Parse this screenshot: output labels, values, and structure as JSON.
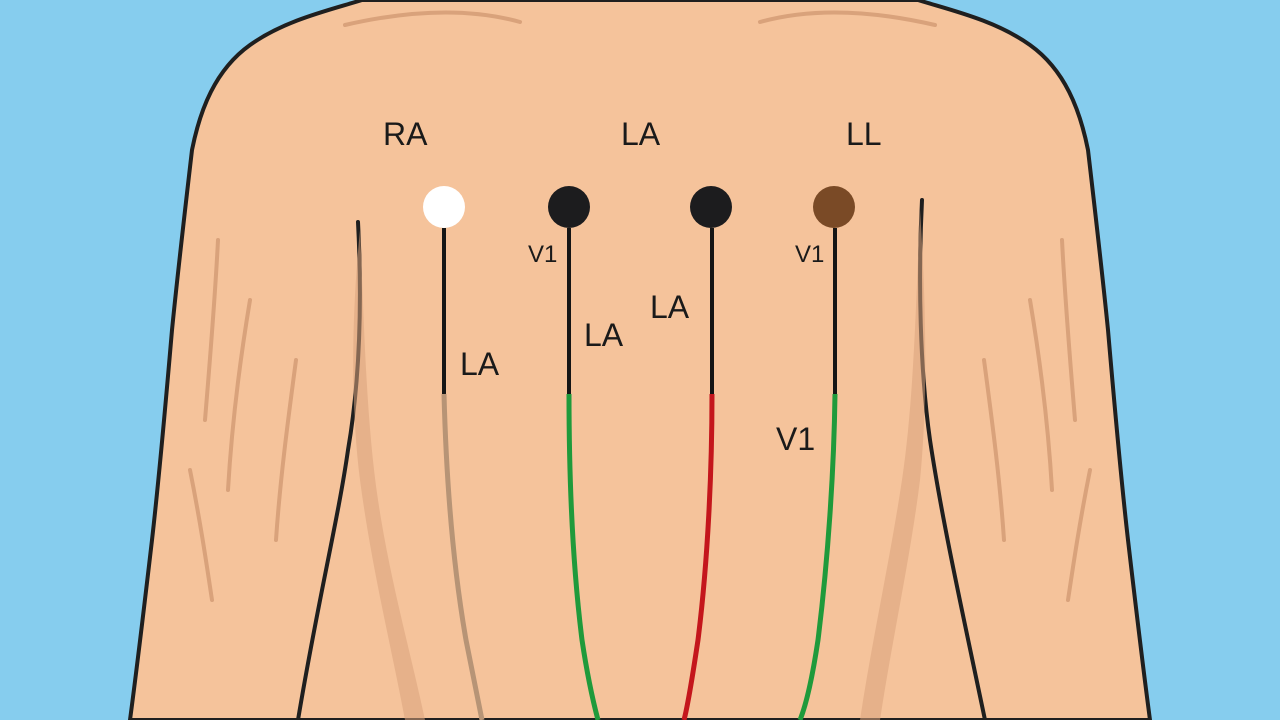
{
  "colors": {
    "background": "#86cdee",
    "skin": "#f5c39b",
    "skin_shadow": "#d9a27b",
    "outline": "#1f1f1f",
    "electrode_white": "#ffffff",
    "electrode_black": "#1c1c1e",
    "electrode_brown": "#7a4a26",
    "wire_black": "#151515",
    "wire_tan": "#b79476",
    "wire_green": "#1f9a3b",
    "wire_red": "#c4161c"
  },
  "labels": {
    "ra_top": "RA",
    "la_top": "LA",
    "ll_top": "LL",
    "v1_left": "V1",
    "v1_right": "V1",
    "la_wire1": "LA",
    "la_wire2": "LA",
    "la_wire3": "LA",
    "v1_lower": "V1"
  },
  "electrodes": [
    {
      "name": "electrode-white",
      "color": "white",
      "icon": "electrode-dot-icon"
    },
    {
      "name": "electrode-black-1",
      "color": "black",
      "icon": "electrode-dot-icon"
    },
    {
      "name": "electrode-black-2",
      "color": "black",
      "icon": "electrode-dot-icon"
    },
    {
      "name": "electrode-brown",
      "color": "brown",
      "icon": "electrode-dot-icon"
    }
  ],
  "wires": [
    {
      "name": "wire-white-lead",
      "lower_color": "tan"
    },
    {
      "name": "wire-green-lead-1",
      "lower_color": "green"
    },
    {
      "name": "wire-red-lead",
      "lower_color": "red"
    },
    {
      "name": "wire-green-lead-2",
      "lower_color": "green"
    }
  ]
}
